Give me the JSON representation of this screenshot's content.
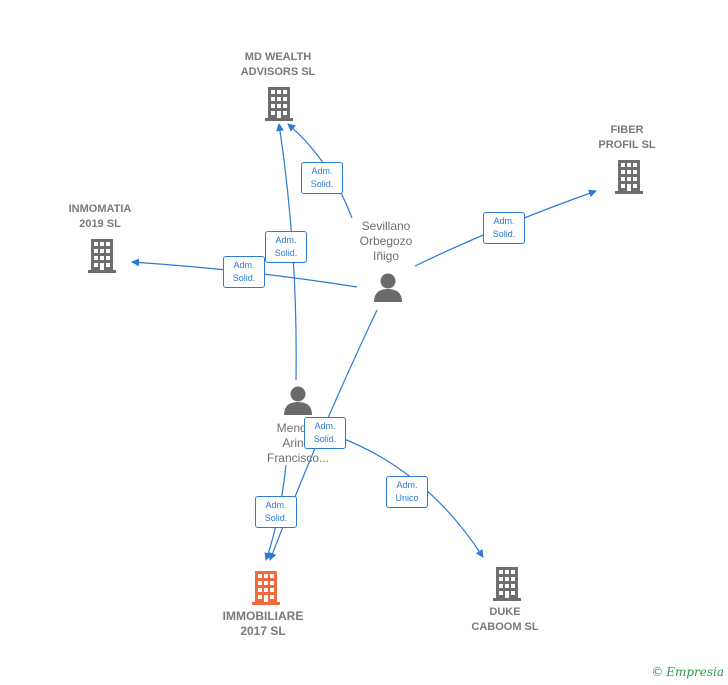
{
  "colors": {
    "edge": "#2c7ad6",
    "company": "#6e6e6e",
    "main_company": "#f26a3d",
    "person": "#6a6a6a",
    "brand": "#2a9a4a"
  },
  "companies": {
    "md_wealth": {
      "line1": "MD WEALTH",
      "line2": "ADVISORS  SL"
    },
    "fiber_profil": {
      "line1": "FIBER",
      "line2": "PROFIL  SL"
    },
    "inmomatia": {
      "line1": "INMOMATIA",
      "line2": "2019  SL"
    },
    "immobiliare": {
      "line1": "IMMOBILIARE",
      "line2": "2017  SL"
    },
    "duke_caboom": {
      "line1": "DUKE",
      "line2": "CABOOM  SL"
    }
  },
  "persons": {
    "sevillano": {
      "line1": "Sevillano",
      "line2": "Orbegozo",
      "line3": "Iñigo"
    },
    "mendi": {
      "line1": "Mendi...",
      "line2": "Arin...",
      "line3": "Francisco..."
    }
  },
  "edges": {
    "e1": {
      "line1": "Adm.",
      "line2": "Solid."
    },
    "e2": {
      "line1": "Adm.",
      "line2": "Solid."
    },
    "e3": {
      "line1": "Adm.",
      "line2": "Solid."
    },
    "e4": {
      "line1": "Adm.",
      "line2": "Solid."
    },
    "e5": {
      "line1": "Adm.",
      "line2": "Solid."
    },
    "e6": {
      "line1": "Adm.",
      "line2": "Unico"
    },
    "e7": {
      "line1": "Adm.",
      "line2": "Solid."
    }
  },
  "footer": {
    "copyright_symbol": "©",
    "brand": "Empresia"
  }
}
